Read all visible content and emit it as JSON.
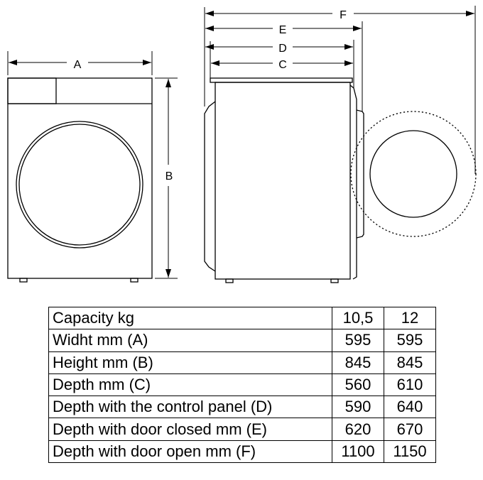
{
  "dimension_labels": {
    "A": "A",
    "B": "B",
    "C": "C",
    "D": "D",
    "E": "E",
    "F": "F"
  },
  "table": {
    "header": {
      "label": "Capacity kg",
      "values": [
        "10,5",
        "12"
      ]
    },
    "rows": [
      {
        "label": "Widht mm (A)",
        "values": [
          "595",
          "595"
        ]
      },
      {
        "label": "Height mm (B)",
        "values": [
          "845",
          "845"
        ]
      },
      {
        "label": "Depth mm (C)",
        "values": [
          "560",
          "610"
        ]
      },
      {
        "label": "Depth with the control panel (D)",
        "values": [
          "590",
          "640"
        ]
      },
      {
        "label": "Depth with door closed mm (E)",
        "values": [
          "620",
          "670"
        ]
      },
      {
        "label": "Depth with door open mm (F)",
        "values": [
          "1100",
          "1150"
        ]
      }
    ]
  }
}
